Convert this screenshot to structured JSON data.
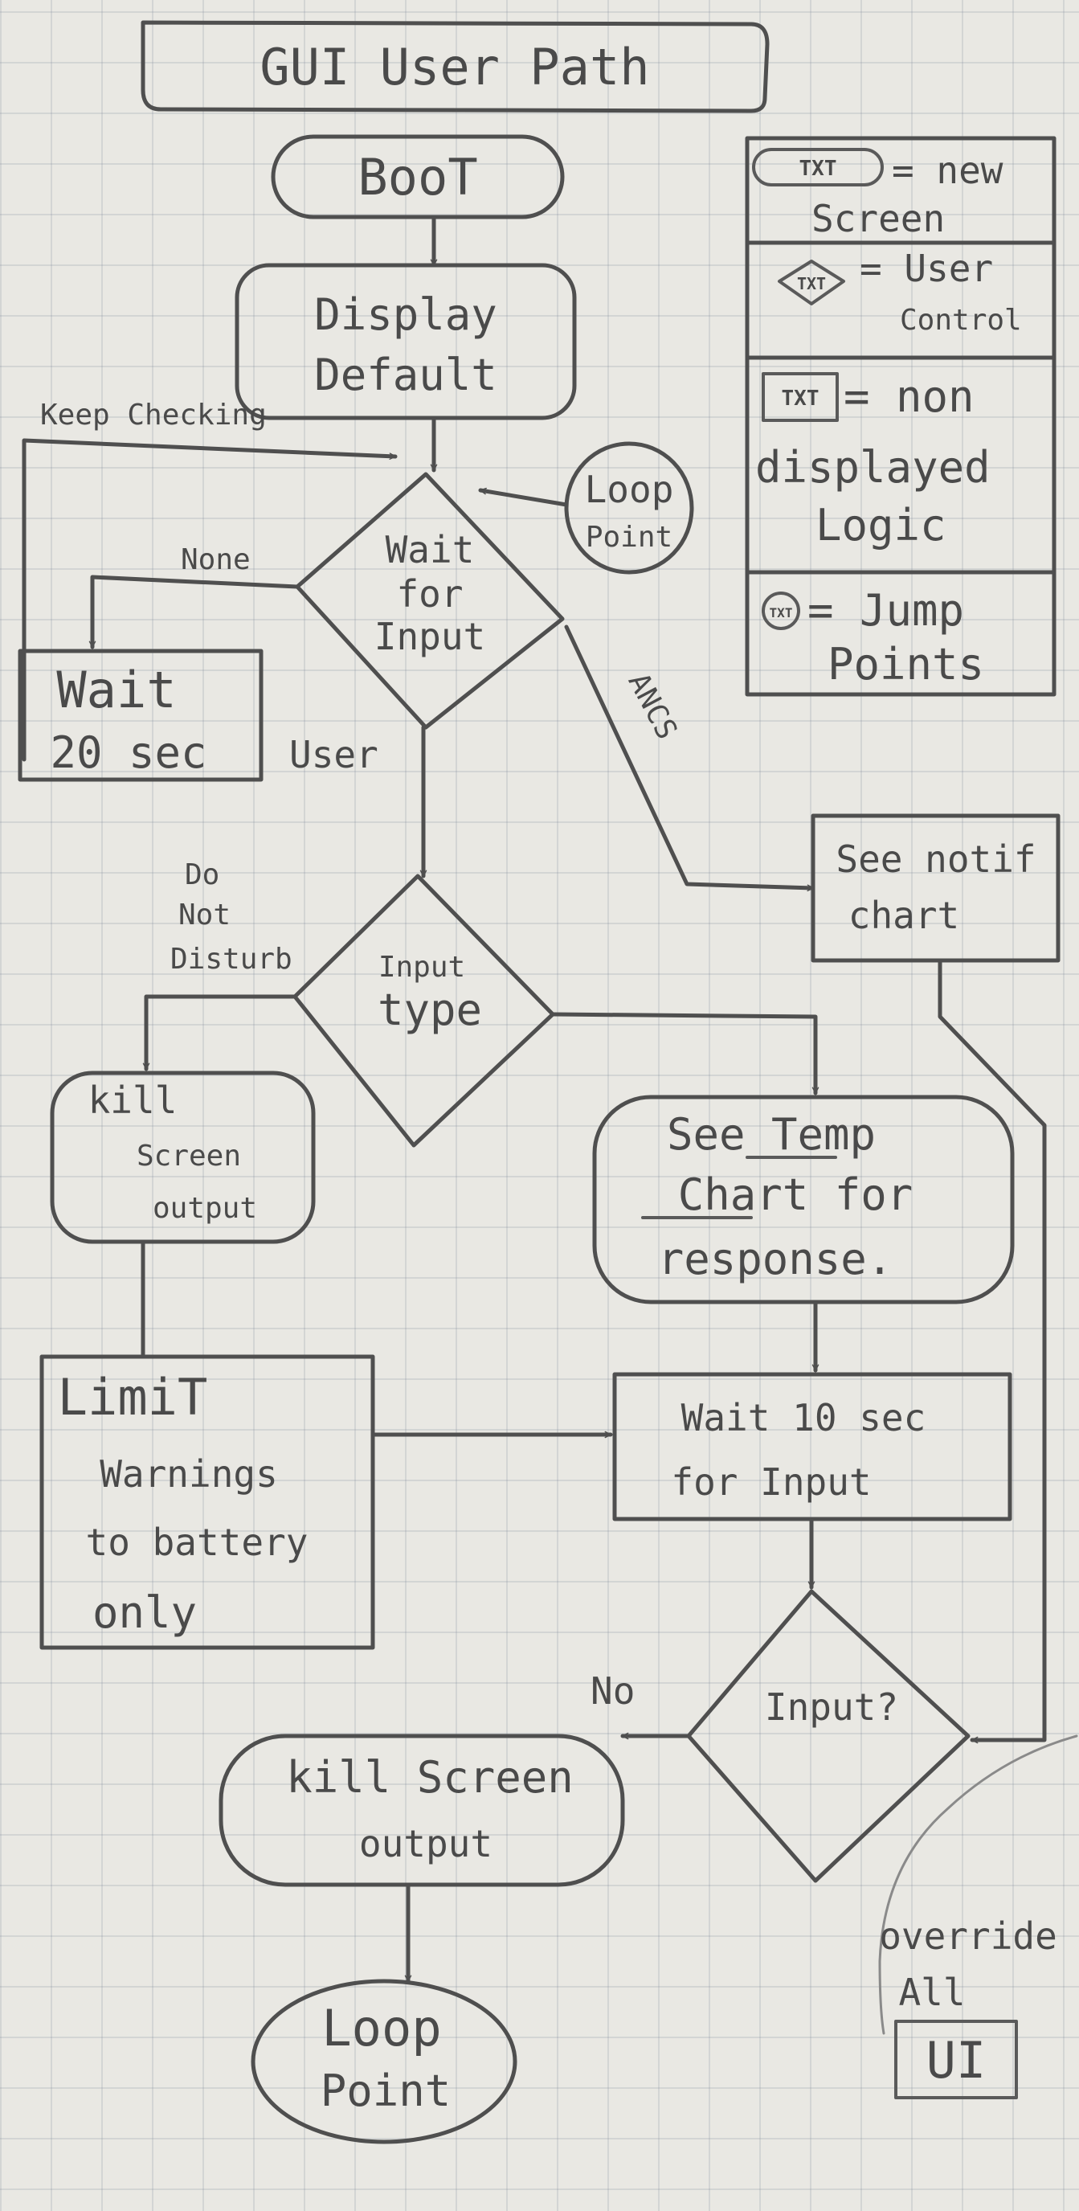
{
  "title": "GUI User Path",
  "legend": {
    "new_screen_symbol": "TXT",
    "new_screen_line1": "= new",
    "new_screen_line2": "Screen",
    "user_control_symbol": "TXT",
    "user_control_line1": "= User",
    "user_control_line2": "Control",
    "non_displayed_symbol": "TXT",
    "non_displayed_line1": "= non",
    "non_displayed_line2": "displayed",
    "non_displayed_line3": "Logic",
    "jump_points_symbol": "TXT",
    "jump_points_line1": "= Jump",
    "jump_points_line2": "Points"
  },
  "nodes": {
    "boot": "BooT",
    "display_default_line1": "Display",
    "display_default_line2": "Default",
    "loop_point_top_line1": "Loop",
    "loop_point_top_line2": "Point",
    "wait_input_line1": "Wait",
    "wait_input_line2": "for",
    "wait_input_line3": "Input",
    "wait_20_line1": "Wait",
    "wait_20_line2": "20 sec",
    "see_notif_line1": "See notif",
    "see_notif_line2": "chart",
    "input_type_line1": "Input",
    "input_type_line2": "type",
    "kill_screen_1_line1": "kill",
    "kill_screen_1_line2": "Screen",
    "kill_screen_1_line3": "output",
    "see_temp_line1": "See Temp",
    "see_temp_line2": "Chart for",
    "see_temp_line3": "response.",
    "limit_line1": "LimiT",
    "limit_line2": "Warnings",
    "limit_line3": "to battery",
    "limit_line4": "only",
    "wait_10_line1": "Wait 10 sec",
    "wait_10_line2": "for Input",
    "input_q": "Input?",
    "kill_screen_2_line1": "kill Screen",
    "kill_screen_2_line2": "output",
    "loop_point_bottom_line1": "Loop",
    "loop_point_bottom_line2": "Point",
    "override_line1": "override",
    "override_line2": "All",
    "override_line3": "UI"
  },
  "edge_labels": {
    "keep_checking": "Keep Checking",
    "none": "None",
    "user": "User",
    "ancs": "ANCS",
    "do_not_disturb_line1": "Do",
    "do_not_disturb_line2": "Not",
    "do_not_disturb_line3": "Disturb",
    "no": "No"
  },
  "colors": {
    "paper": "#e9e8e3",
    "grid": "#8793a0",
    "ink": "#4f4f4f"
  }
}
